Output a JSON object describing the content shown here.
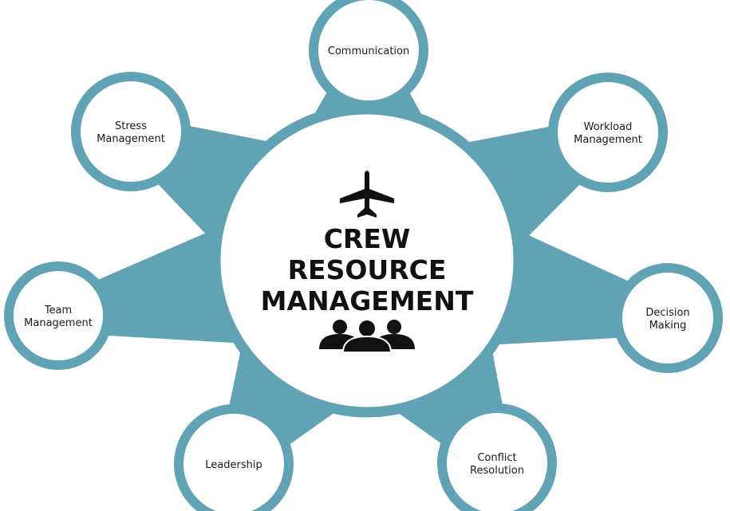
{
  "colors": {
    "accent": "#5fa3b4",
    "inner": "#ffffff",
    "text": "#1a1a1a"
  },
  "center": {
    "title_lines": [
      "CREW",
      "RESOURCE",
      "MANAGEMENT"
    ],
    "top_icon": "airplane-icon",
    "bottom_icon": "people-group-icon"
  },
  "nodes": [
    {
      "id": "communication",
      "lines": [
        "Communication"
      ]
    },
    {
      "id": "workload-management",
      "lines": [
        "Workload",
        "Management"
      ]
    },
    {
      "id": "decision-making",
      "lines": [
        "Decision",
        "Making"
      ]
    },
    {
      "id": "conflict-resolution",
      "lines": [
        "Conflict",
        "Resolution"
      ]
    },
    {
      "id": "leadership",
      "lines": [
        "Leadership"
      ]
    },
    {
      "id": "team-management",
      "lines": [
        "Team",
        "Management"
      ]
    },
    {
      "id": "stress-management",
      "lines": [
        "Stress",
        "Management"
      ]
    }
  ]
}
